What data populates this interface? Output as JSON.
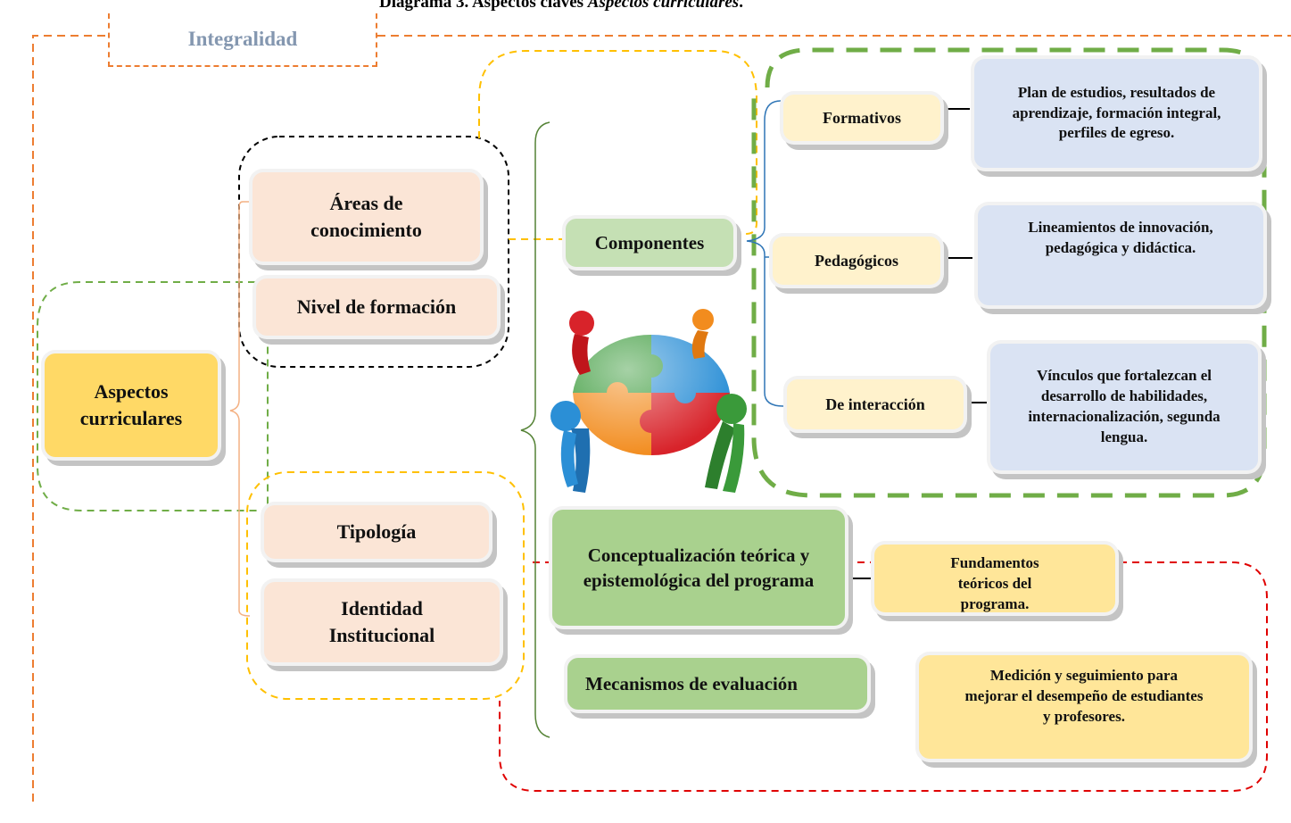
{
  "caption": {
    "prefix": "Diagrama 3. Aspectos claves ",
    "italic": "Aspectos curriculares",
    "suffix": "."
  },
  "frame_tab": "Integralidad",
  "root": "Aspectos curriculares",
  "areas": "Áreas de conocimiento",
  "nivel": "Nivel de formación",
  "tipologia": "Tipología",
  "identidad": "Identidad Institucional",
  "componentes": "Componentes",
  "formativos": "Formativos",
  "pedagogicos": "Pedagógicos",
  "interaccion": "De interacción",
  "desc_formativos": "Plan de estudios, resultados de aprendizaje, formación integral, perfiles de egreso.",
  "desc_pedagogicos": "Lineamientos de innovación, pedagógica y didáctica.",
  "desc_interaccion": "Vínculos que fortalezcan el desarrollo de habilidades, internacionalización, segunda lengua.",
  "conceptualizacion": "Conceptualización teórica y epistemológica del programa",
  "fundamentos": "Fundamentos teóricos del programa.",
  "mecanismos": "Mecanismos de evaluación",
  "medicion": "Medición y seguimiento para mejorar el desempeño de estudiantes y profesores.",
  "colors": {
    "frame_orange": "#ed7d31",
    "green_dash": "#70ad47",
    "yellow_dash": "#ffc000",
    "red_dash": "#e00000",
    "black_dash": "#000000",
    "peach": "#fbe5d6",
    "gold": "#ffd966",
    "light_green": "#a9d18e",
    "light_blue": "#dae3f3"
  },
  "icons": {
    "center_image": "puzzle-team-icon"
  }
}
